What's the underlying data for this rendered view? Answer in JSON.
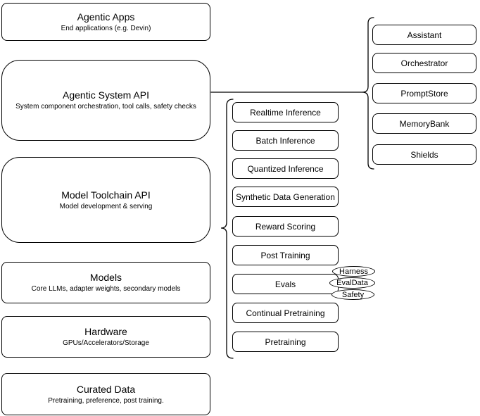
{
  "diagram": {
    "left_stack": [
      {
        "title": "Agentic Apps",
        "subtitle": "End applications (e.g. Devin)"
      },
      {
        "title": "Agentic System API",
        "subtitle": "System component orchestration, tool calls, safety checks"
      },
      {
        "title": "Model Toolchain API",
        "subtitle": "Model development & serving"
      },
      {
        "title": "Models",
        "subtitle": "Core LLMs, adapter weights, secondary models"
      },
      {
        "title": "Hardware",
        "subtitle": "GPUs/Accelerators/Storage"
      },
      {
        "title": "Curated Data",
        "subtitle": "Pretraining, preference, post training."
      }
    ],
    "toolchain_items": [
      "Realtime Inference",
      "Batch Inference",
      "Quantized Inference",
      "Synthetic Data Generation",
      "Reward Scoring",
      "Post Training",
      "Evals",
      "Continual Pretraining",
      "Pretraining"
    ],
    "eval_tags": [
      "Harness",
      "EvalData",
      "Safety"
    ],
    "system_components": [
      "Assistant",
      "Orchestrator",
      "PromptStore",
      "MemoryBank",
      "Shields"
    ],
    "colors": {
      "stroke": "#000000",
      "fill": "#ffffff",
      "background": "#ffffff",
      "text": "#000000"
    }
  }
}
